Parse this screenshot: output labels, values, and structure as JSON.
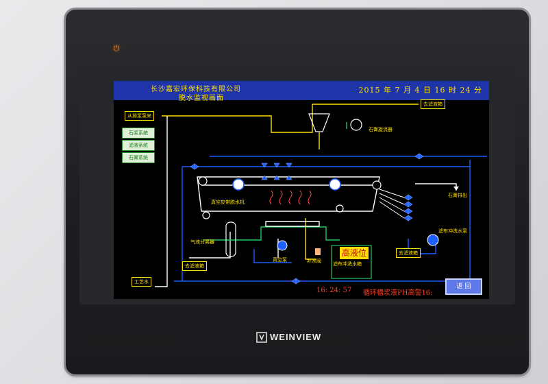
{
  "device": {
    "brand": "WEINVIEW"
  },
  "header": {
    "company": "长沙嘉宏环保科技有限公司",
    "screen_title": "脱水监视画面",
    "datetime": "2015 年 7  月 4  日 16 时 24 分"
  },
  "left_buttons": [
    {
      "label": "石浆系统"
    },
    {
      "label": "滤液系统"
    },
    {
      "label": "石膏系统"
    }
  ],
  "labels": {
    "from_slurry_pump": "从排浆泵来",
    "to_filtrate_tank_top": "去滤液箱",
    "gypsum_cyclone": "石膏旋流器",
    "vacuum_belt_filter": "真空皮带脱水机",
    "gypsum_discharge": "石膏排出",
    "filter_cloth_pump": "滤布冲洗水泵",
    "gas_liquid_separator": "气液分离器",
    "to_filtrate_tank_left": "去滤液箱",
    "vacuum_pump": "真空泵",
    "makeup_valve": "补水阀",
    "filter_cloth_tank": "滤布冲洗水箱",
    "to_filtrate_tank_right": "去滤液箱",
    "process_water": "工艺水"
  },
  "status": {
    "high_level": "高液位",
    "clock": "16: 24: 57",
    "alarm": "循环槽浆液PH高警16:"
  },
  "actions": {
    "return": "返 回"
  },
  "colors": {
    "title_bar": "#1e34a8",
    "pipe_blue": "#1f5fff",
    "pipe_yellow": "#ffe000",
    "pipe_green": "#22c55e",
    "pipe_white": "#ffffff",
    "alarm_red": "#ff3b1e"
  }
}
